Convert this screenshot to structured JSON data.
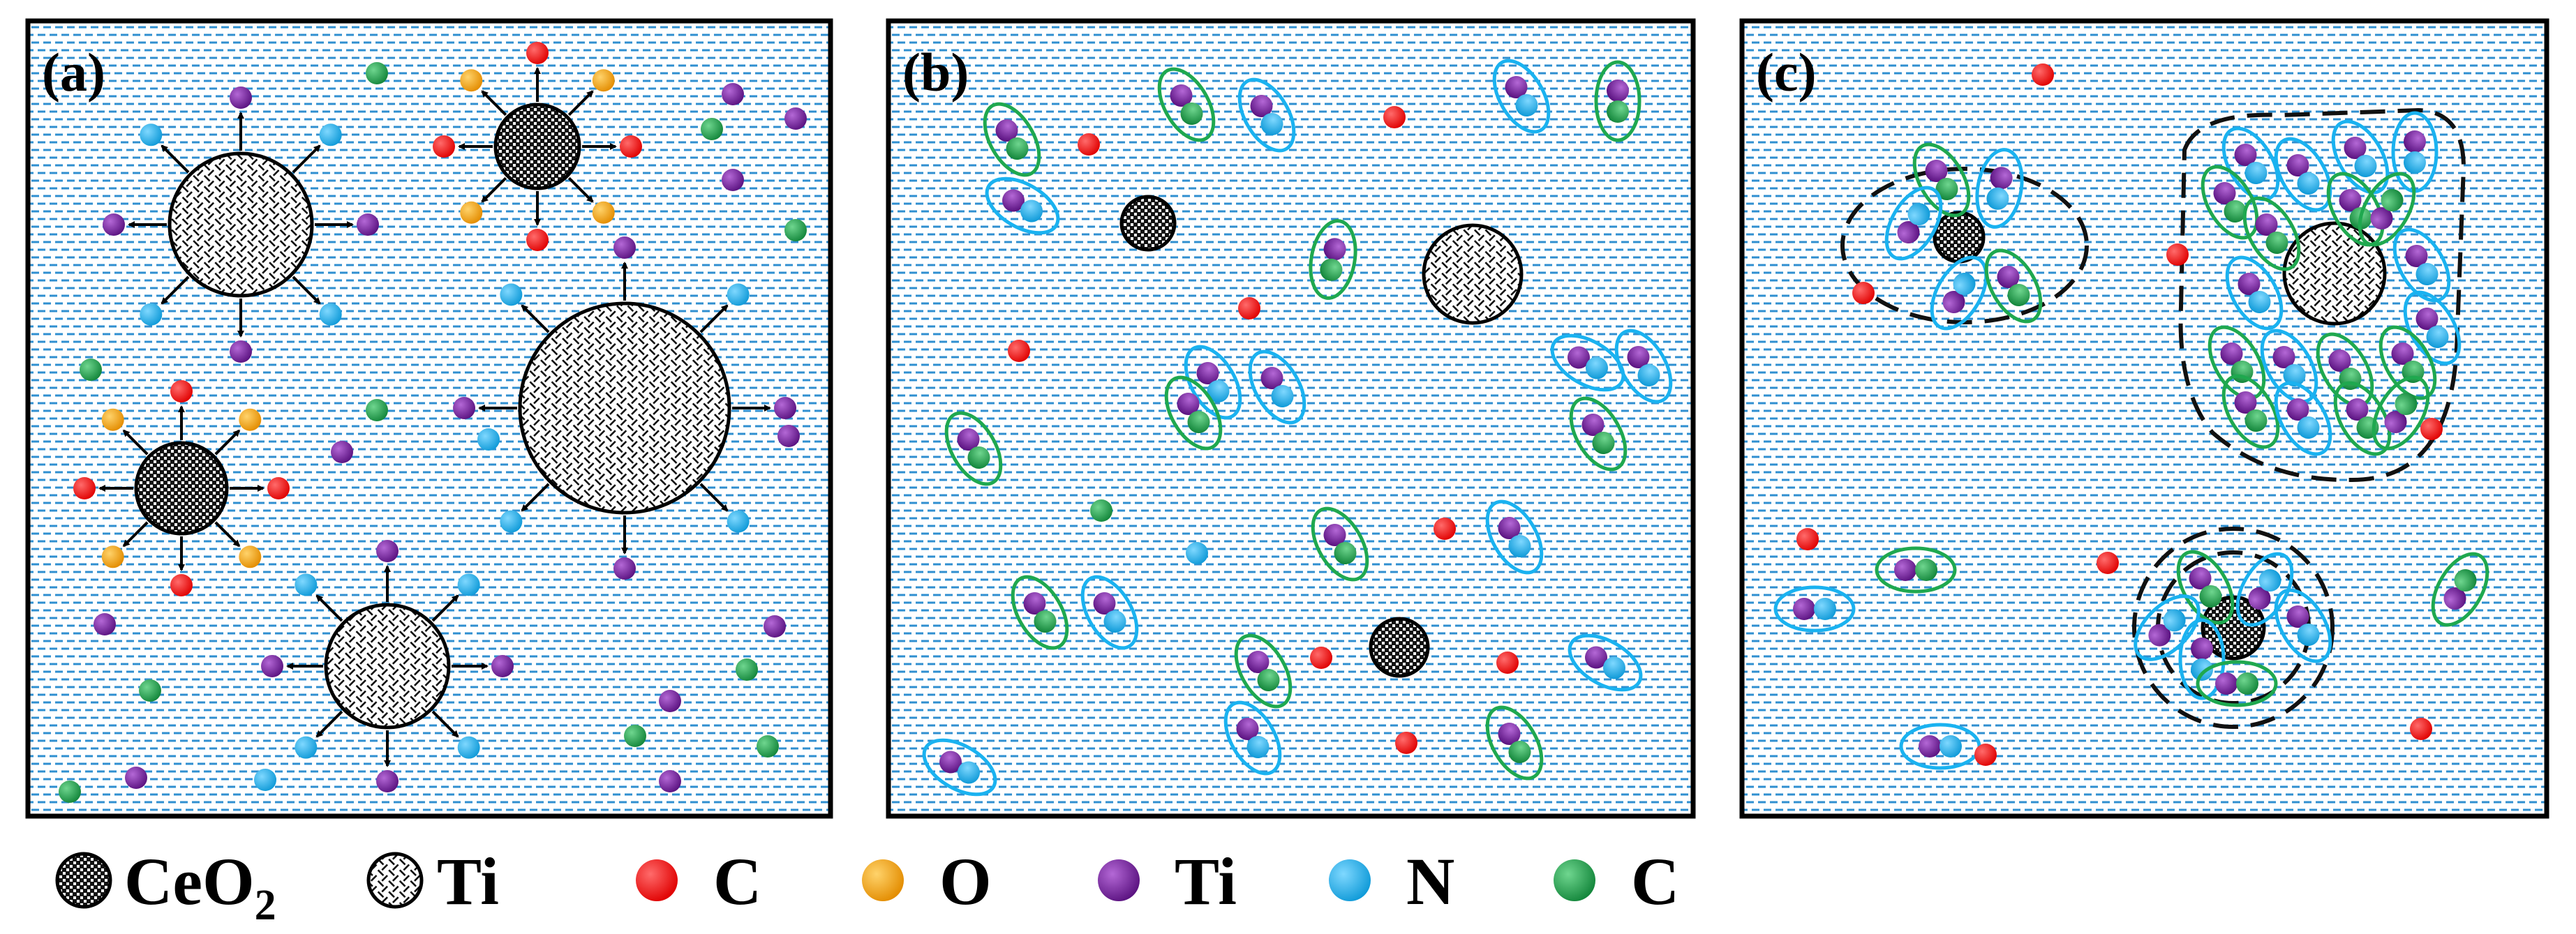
{
  "panels": [
    {
      "label": "(a)"
    },
    {
      "label": "(b)"
    },
    {
      "label": "(c)"
    }
  ],
  "legend": [
    {
      "text": "CeO",
      "sub": "2",
      "symbol": "ceo2-particle"
    },
    {
      "text": "Ti",
      "sub": "",
      "symbol": "ti-particle"
    },
    {
      "text": "C",
      "sub": "",
      "symbol": "atom",
      "color": "#ff0000"
    },
    {
      "text": "O",
      "sub": "",
      "symbol": "atom",
      "color": "#f5a623"
    },
    {
      "text": "Ti",
      "sub": "",
      "symbol": "atom",
      "color": "#7a1fa2"
    },
    {
      "text": "N",
      "sub": "",
      "symbol": "atom",
      "color": "#1ab2f0"
    },
    {
      "text": "C",
      "sub": "",
      "symbol": "atom",
      "color": "#1fa84f"
    }
  ],
  "colors": {
    "red_c": "#ff0000",
    "orange_o": "#f5a623",
    "purple_ti": "#7a1fa2",
    "blue_n": "#1ab2f0",
    "green_c": "#1fa84f",
    "water_dash": "#2f8fd0",
    "border": "#000000"
  }
}
